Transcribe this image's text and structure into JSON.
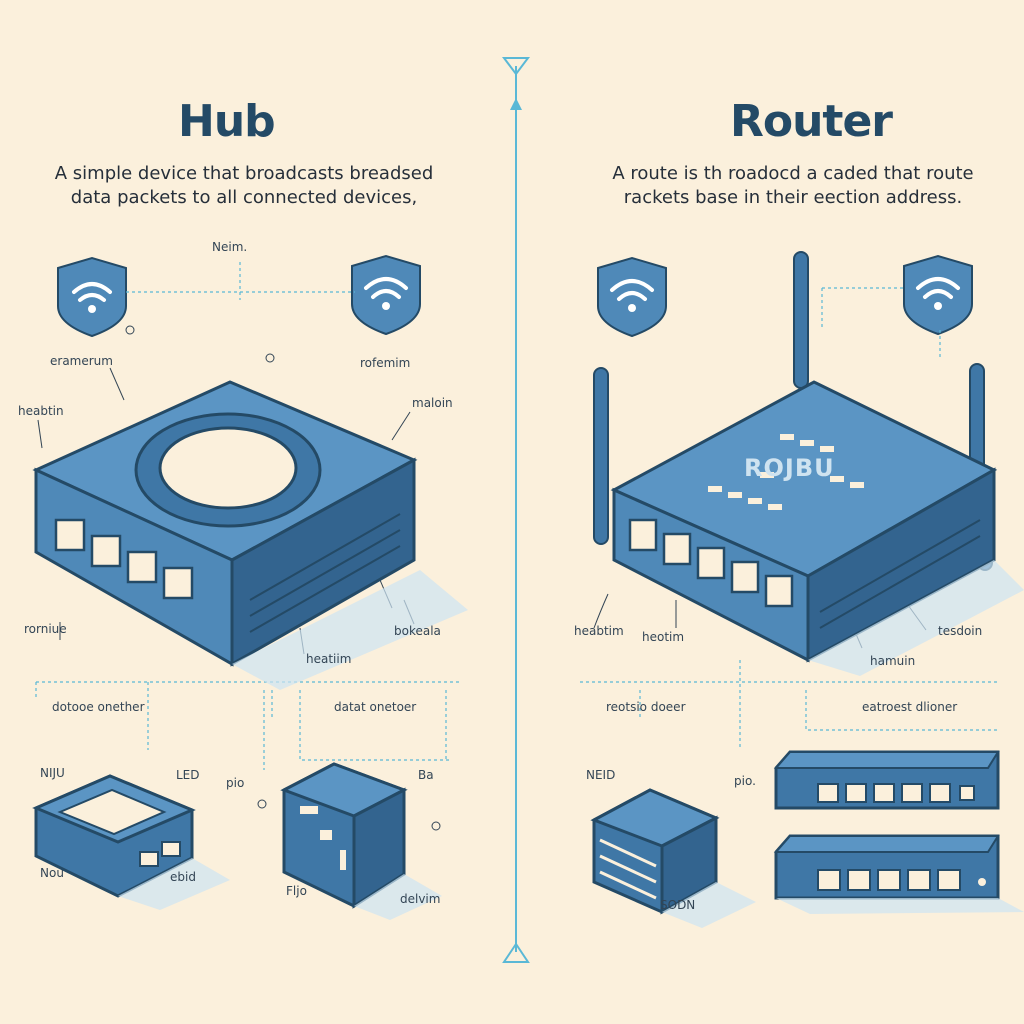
{
  "colors": {
    "background": "#fbf0dc",
    "device": "#4f89b8",
    "device_dark": "#244a66",
    "accent_line": "#5ab8d6"
  },
  "hub": {
    "title": "Hub",
    "description_line1": "A simple device that broadcasts breadsed",
    "description_line2": "data packets to all connected devices,",
    "labels": [
      "Neim.",
      "eramerum",
      "rofemim",
      "heabtin",
      "maloin",
      "rorniue",
      "bokeala",
      "heatiim",
      "dotooe onether",
      "datat onetoer",
      "NIJU",
      "LED",
      "pio",
      "Nou",
      "ebid",
      "Ba",
      "Fljo",
      "delvim"
    ],
    "icons": [
      "wifi-icon",
      "wifi-icon"
    ]
  },
  "router": {
    "title": "Router",
    "description_line1": "A route is th roadocd a caded that route",
    "description_line2": "rackets base  in their eection address.",
    "device_label": "ROJBU",
    "labels": [
      "heabtim",
      "heotim",
      "tesdoin",
      "hamuin",
      "reotsio doeer",
      "eatroest dlioner",
      "NEID",
      "pio.",
      "SODN"
    ],
    "icons": [
      "wifi-icon",
      "wifi-icon"
    ]
  }
}
